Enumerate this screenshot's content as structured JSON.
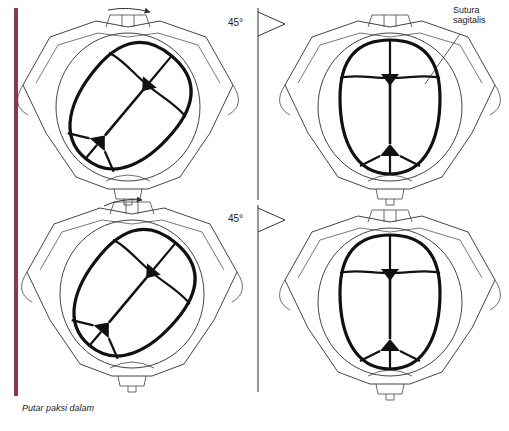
{
  "diagram": {
    "caption": "Putar paksi dalam",
    "labels": [
      "45°",
      "45°",
      "Sutura sagitalis"
    ]
  }
}
